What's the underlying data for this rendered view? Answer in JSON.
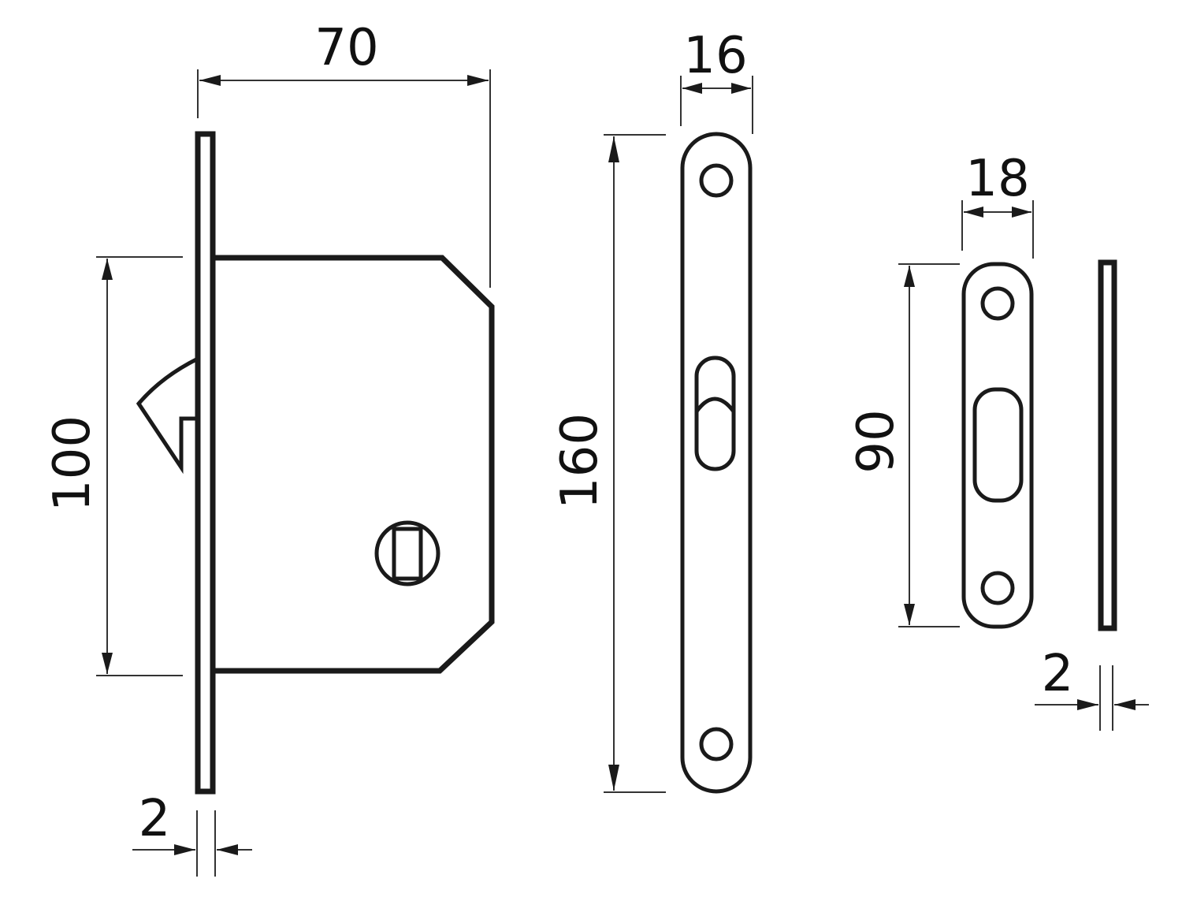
{
  "drawing": {
    "subject": "sliding door lock mechanism with faceplate and strike plate",
    "line_color": "#1a1a1a",
    "background": "#ffffff",
    "views": [
      {
        "id": "lock-body-side-view",
        "dimensions": {
          "width": "70",
          "height": "100",
          "faceplate_thickness": "2"
        }
      },
      {
        "id": "faceplate-front-view",
        "dimensions": {
          "width": "16",
          "height": "160"
        }
      },
      {
        "id": "strike-plate-front-view",
        "dimensions": {
          "width": "18",
          "height": "90"
        }
      },
      {
        "id": "strike-plate-side-view",
        "dimensions": {
          "thickness": "2"
        }
      }
    ]
  }
}
